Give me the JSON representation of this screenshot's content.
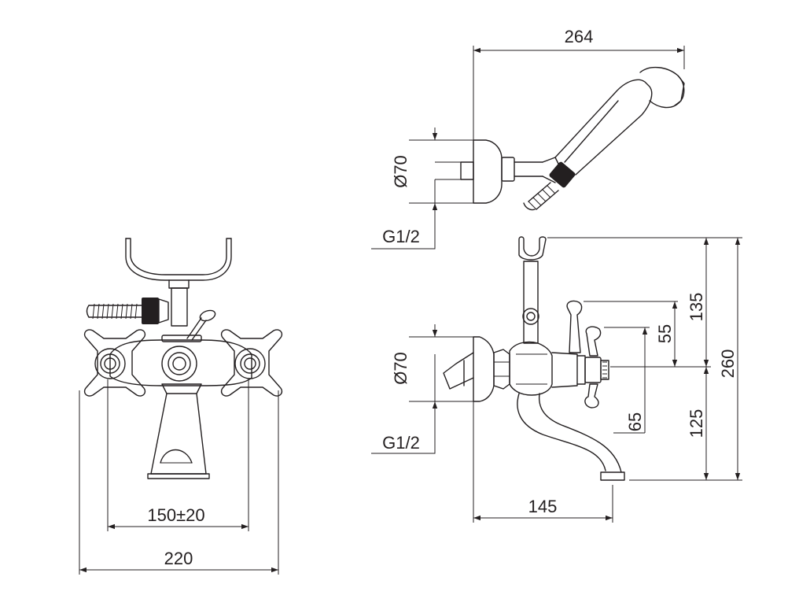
{
  "dimensions": {
    "front_center_distance": "150±20",
    "front_total_width": "220",
    "top_length": "264",
    "top_diameter": "Ø70",
    "top_thread": "G1/2",
    "side_diameter": "Ø70",
    "side_thread": "G1/2",
    "side_spout_reach": "145",
    "side_height_upper": "135",
    "side_handle_offset_top": "55",
    "side_handle_offset_bottom": "65",
    "side_height_lower": "125",
    "side_total_height": "260"
  }
}
